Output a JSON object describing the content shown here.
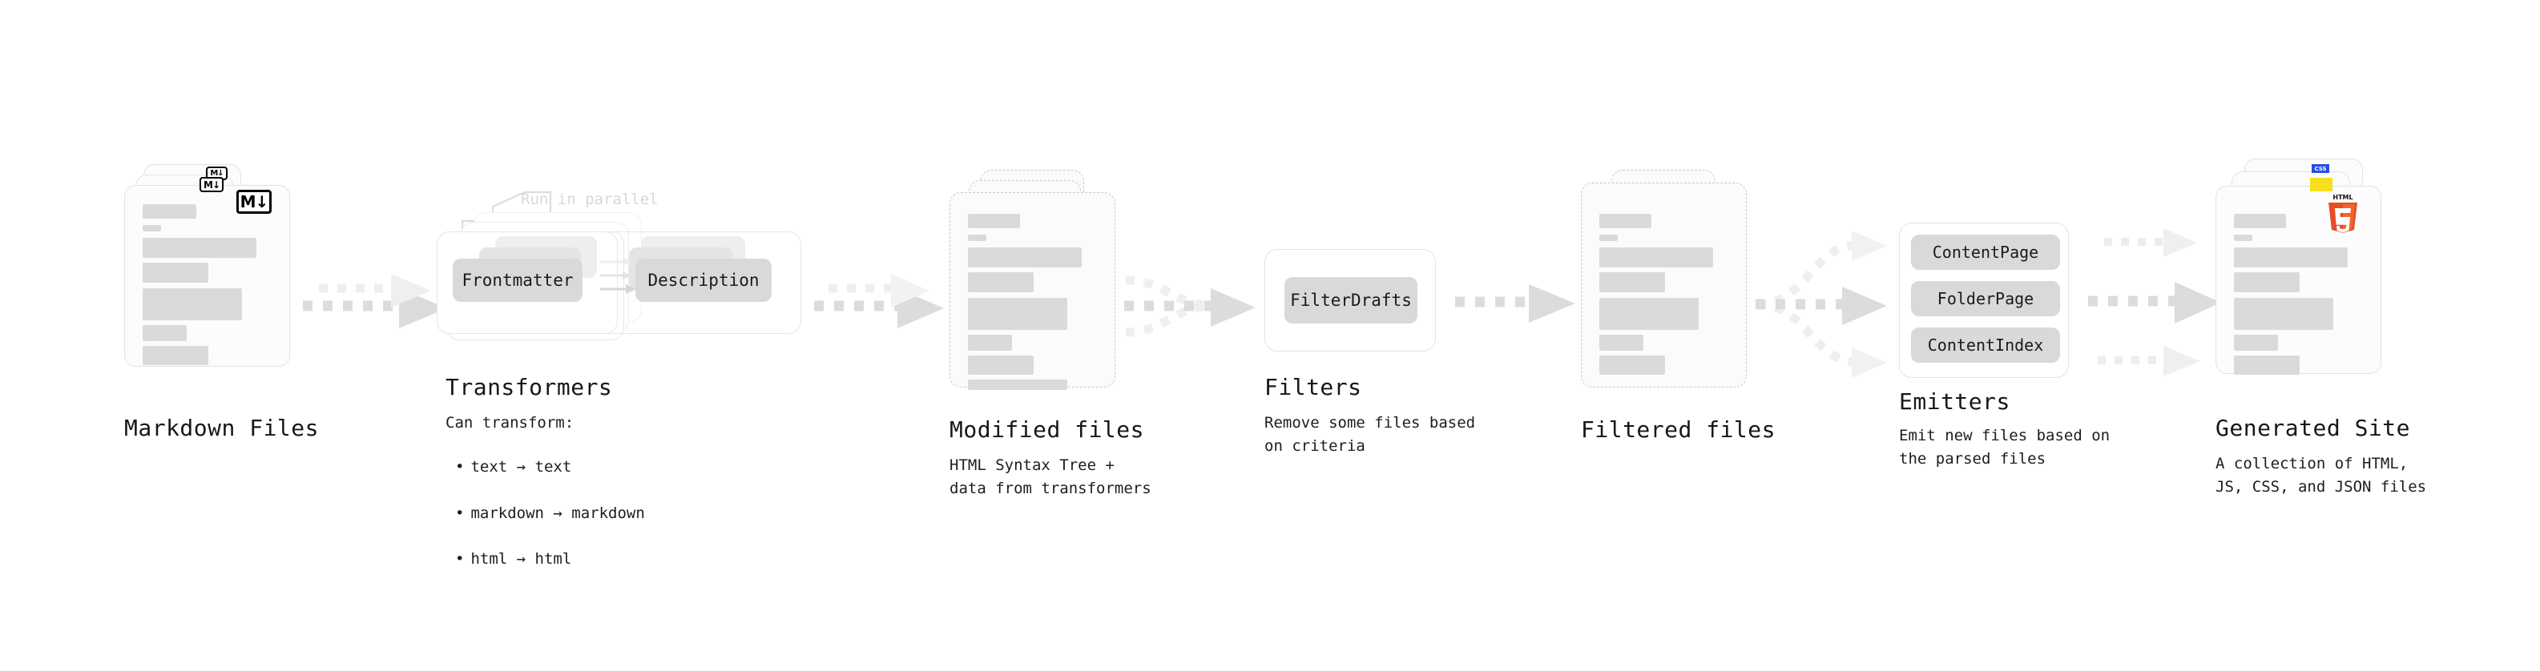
{
  "diagram": {
    "type": "pipeline-flow",
    "orientation": "left-to-right",
    "background": "#ffffff",
    "accent_colors": {
      "skeleton_bar": "#dadada",
      "chip": "#d9d9d9",
      "arrow": "#dcdcdc",
      "arrow_faded": "#efefef",
      "border": "#e3e3e3",
      "dashed_border": "#c9c9c9",
      "html5": "#e44d26",
      "javascript": "#f7df1e",
      "css3": "#264de4",
      "text": "#14181c",
      "muted_text": "#d8d8d8"
    }
  },
  "stages": [
    {
      "id": "markdown-files",
      "title": "Markdown Files",
      "description": "",
      "kind": "file-stack",
      "badge": "M↓"
    },
    {
      "id": "transformers",
      "title": "Transformers",
      "description": "Can transform:",
      "kind": "process",
      "note": "Run in parallel",
      "chips": [
        "Frontmatter",
        "Description"
      ],
      "bullets": [
        "text → text",
        "markdown → markdown",
        "html → html"
      ]
    },
    {
      "id": "modified-files",
      "title": "Modified files",
      "description": "HTML Syntax Tree +\ndata from transformers",
      "kind": "file-stack-dashed"
    },
    {
      "id": "filters",
      "title": "Filters",
      "description": "Remove some files based\non criteria",
      "kind": "process",
      "chips": [
        "FilterDrafts"
      ]
    },
    {
      "id": "filtered-files",
      "title": "Filtered files",
      "description": "",
      "kind": "file-stack-dashed"
    },
    {
      "id": "emitters",
      "title": "Emitters",
      "description": "Emit new files based on\nthe parsed files",
      "kind": "process",
      "chips": [
        "ContentPage",
        "FolderPage",
        "ContentIndex"
      ]
    },
    {
      "id": "generated-site",
      "title": "Generated Site",
      "description": "A collection of HTML,\nJS, CSS, and JSON files",
      "kind": "file-stack",
      "badges": [
        "HTML5",
        "JS",
        "CSS"
      ]
    }
  ],
  "badges": {
    "markdown": "M↓",
    "html5_word": "HTML",
    "html5_digit": "5",
    "css_word": "CSS"
  }
}
